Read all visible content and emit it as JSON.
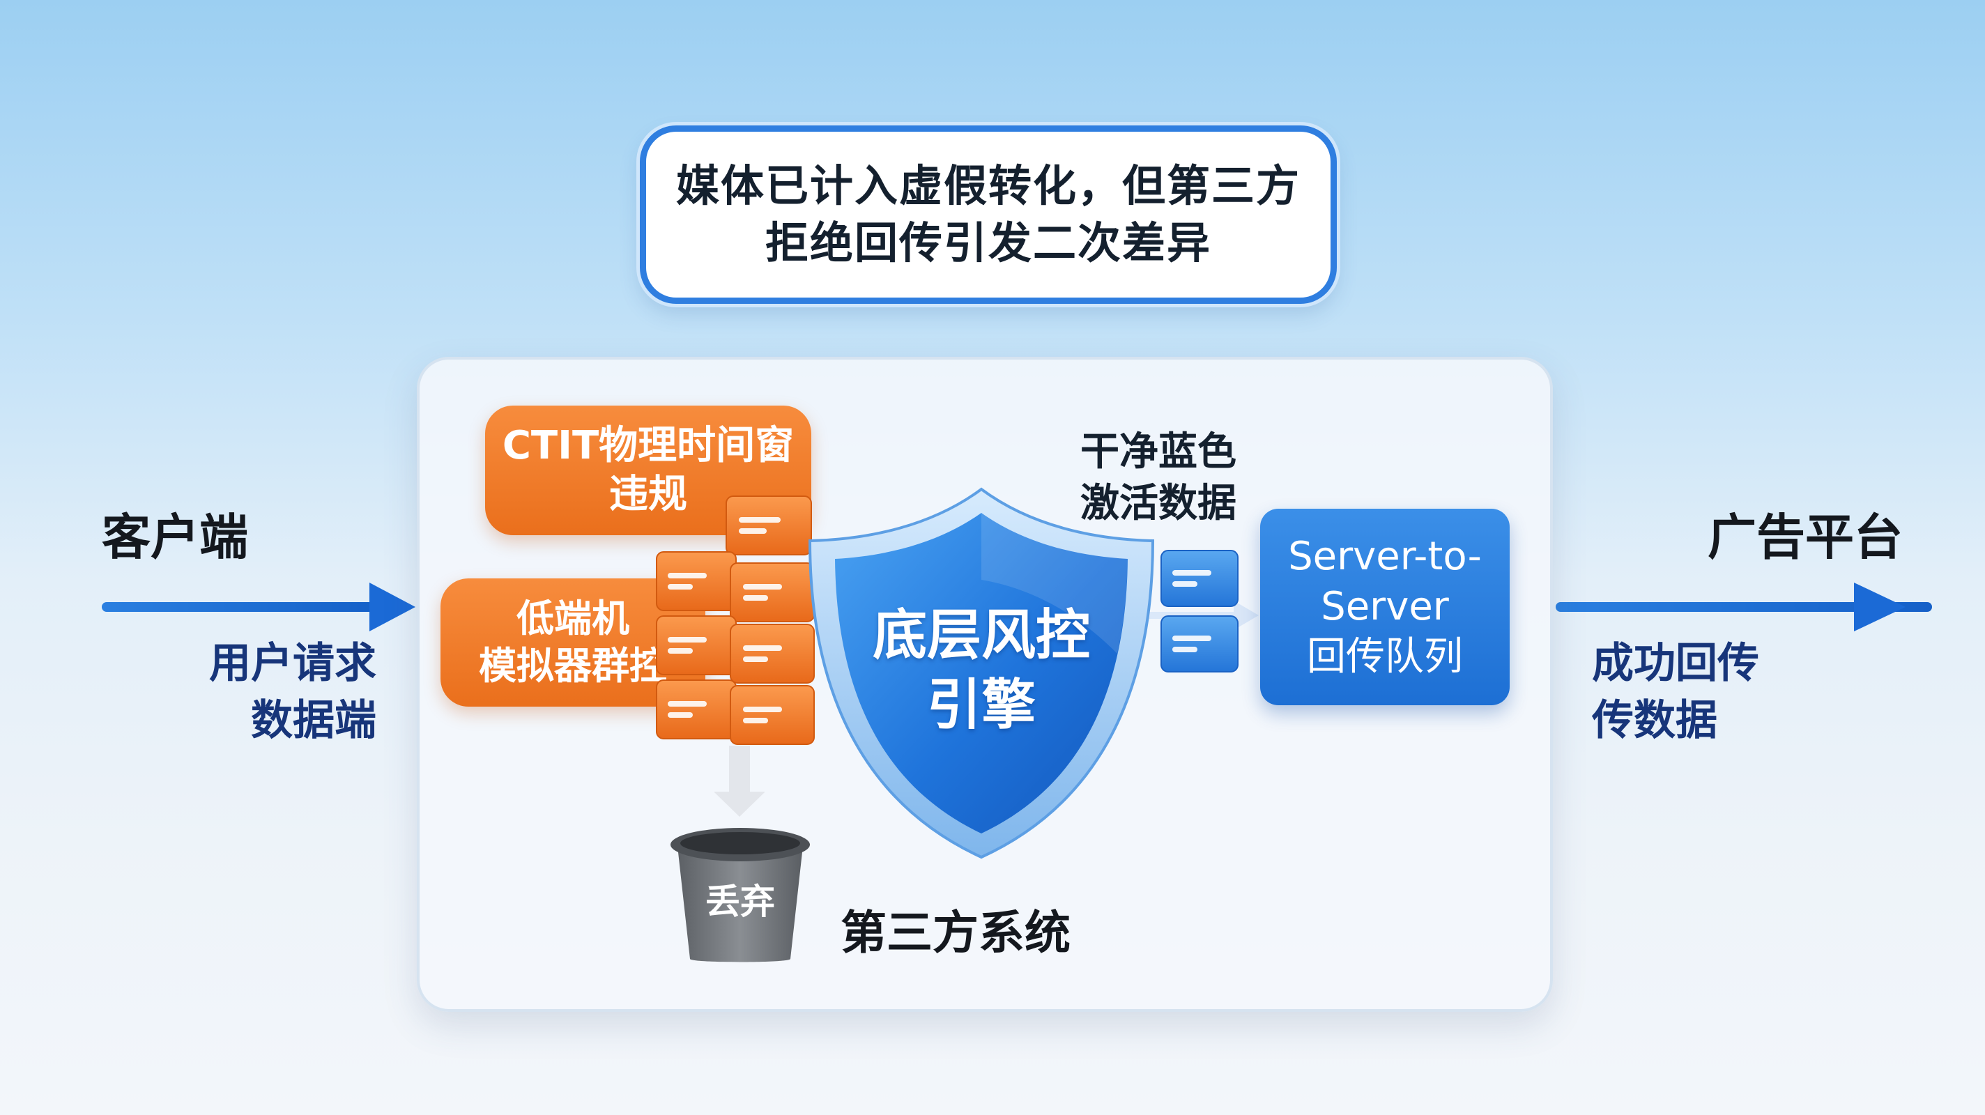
{
  "callout": {
    "line1": "媒体已计入虚假转化，但第三方",
    "line2": "拒绝回传引发二次差异"
  },
  "client": {
    "title": "客户端",
    "sub1": "用户请求",
    "sub2": "数据端"
  },
  "platform": {
    "title": "广告平台",
    "sub1": "成功回传",
    "sub2": "传数据"
  },
  "threats": {
    "ctit_line1": "CTIT物理时间窗",
    "ctit_line2": "违规",
    "emu_line1": "低端机",
    "emu_line2": "模拟器群控"
  },
  "engine": {
    "line1": "底层风控",
    "line2": "引擎"
  },
  "clean": {
    "line1": "干净蓝色",
    "line2": "激活数据"
  },
  "queue": {
    "line1": "Server-to-",
    "line2": "Server",
    "line3": "回传队列"
  },
  "trash": {
    "label": "丢弃"
  },
  "system": {
    "label": "第三方系统"
  },
  "colors": {
    "accent_blue": "#1d6fd4",
    "threat_orange": "#ea6f1c",
    "trash_gray": "#6f7378",
    "navy_text": "#17357a"
  }
}
